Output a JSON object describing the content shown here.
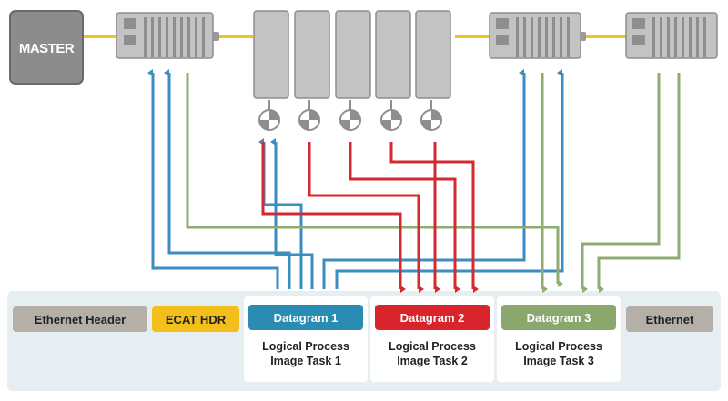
{
  "master": {
    "label": "MASTER"
  },
  "frame": {
    "segments": [
      {
        "id": "ethernet-header",
        "label": "Ethernet Header",
        "color": "#b4afa7",
        "text_color": "#222222"
      },
      {
        "id": "ecat-hdr",
        "label": "ECAT HDR",
        "color": "#f3bf1a",
        "text_color": "#222222"
      },
      {
        "id": "datagram-1",
        "label": "Datagram 1",
        "color": "#2b8cb3",
        "text_color": "#ffffff"
      },
      {
        "id": "datagram-2",
        "label": "Datagram 2",
        "color": "#d9242b",
        "text_color": "#ffffff"
      },
      {
        "id": "datagram-3",
        "label": "Datagram 3",
        "color": "#8aa86e",
        "text_color": "#ffffff"
      },
      {
        "id": "ethernet-trailer",
        "label": "Ethernet",
        "color": "#b4afa7",
        "text_color": "#222222"
      }
    ],
    "tasks": [
      {
        "line1": "Logical Process",
        "line2": "Image Task 1"
      },
      {
        "line1": "Logical Process",
        "line2": "Image Task 2"
      },
      {
        "line1": "Logical Process",
        "line2": "Image Task 3"
      }
    ]
  },
  "colors": {
    "bus": "#f0c419",
    "device": "#c3c3c3",
    "master": "#8c8c8c",
    "panel": "#e6eef1",
    "blue": "#3a8ec0",
    "red": "#d42a2f",
    "green": "#8fac71"
  },
  "icons": [
    "master-controller-icon",
    "coupler-icon",
    "io-module-icon",
    "encoder-icon",
    "arrow-icon"
  ]
}
